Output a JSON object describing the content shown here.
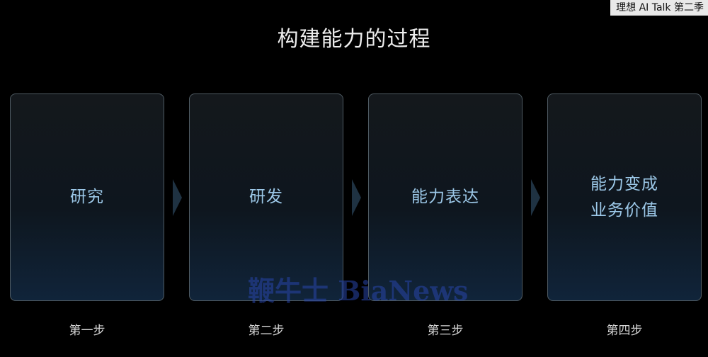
{
  "badge": "理想 AI Talk 第二季",
  "title": "构建能力的过程",
  "cards": [
    {
      "label": "研究",
      "step": "第一步"
    },
    {
      "label": "研发",
      "step": "第二步"
    },
    {
      "label": "能力表达",
      "step": "第三步"
    },
    {
      "label": "能力变成\n业务价值",
      "step": "第四步"
    }
  ],
  "watermark": "鞭牛士 BiaNews",
  "colors": {
    "background": "#000000",
    "card_border": "#4f5b63",
    "card_text": "#9cc8e8",
    "arrow": "#1f3242"
  }
}
